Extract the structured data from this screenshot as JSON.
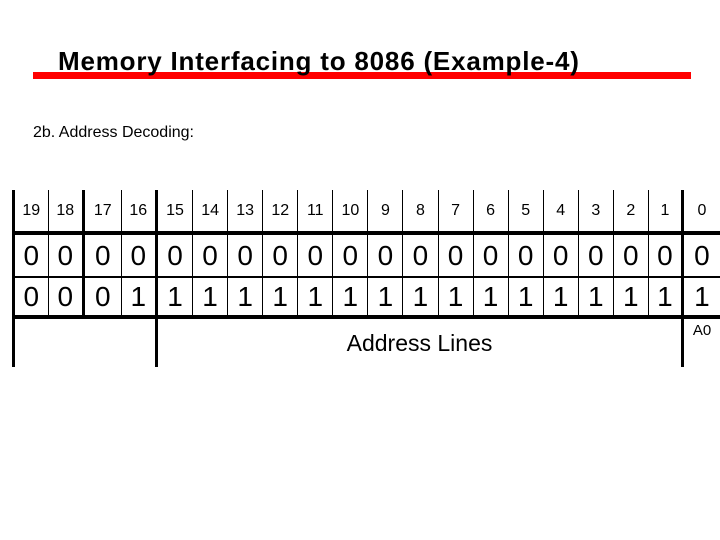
{
  "slide": {
    "title": "Memory Interfacing to 8086 (Example-4)",
    "subtitle": "2b. Address Decoding:",
    "accent_color": "#FF0000",
    "text_color": "#000000",
    "background_color": "#FFFFFF"
  },
  "bit_table": {
    "columns": [
      "19",
      "18",
      "17",
      "16",
      "15",
      "14",
      "13",
      "12",
      "11",
      "10",
      "9",
      "8",
      "7",
      "6",
      "5",
      "4",
      "3",
      "2",
      "1",
      "0"
    ],
    "rows": [
      [
        "0",
        "0",
        "0",
        "0",
        "0",
        "0",
        "0",
        "0",
        "0",
        "0",
        "0",
        "0",
        "0",
        "0",
        "0",
        "0",
        "0",
        "0",
        "0",
        "0"
      ],
      [
        "0",
        "0",
        "0",
        "1",
        "1",
        "1",
        "1",
        "1",
        "1",
        "1",
        "1",
        "1",
        "1",
        "1",
        "1",
        "1",
        "1",
        "1",
        "1",
        "1"
      ]
    ],
    "footer": {
      "address_label": "Address Lines",
      "a0_label": "A0"
    }
  }
}
